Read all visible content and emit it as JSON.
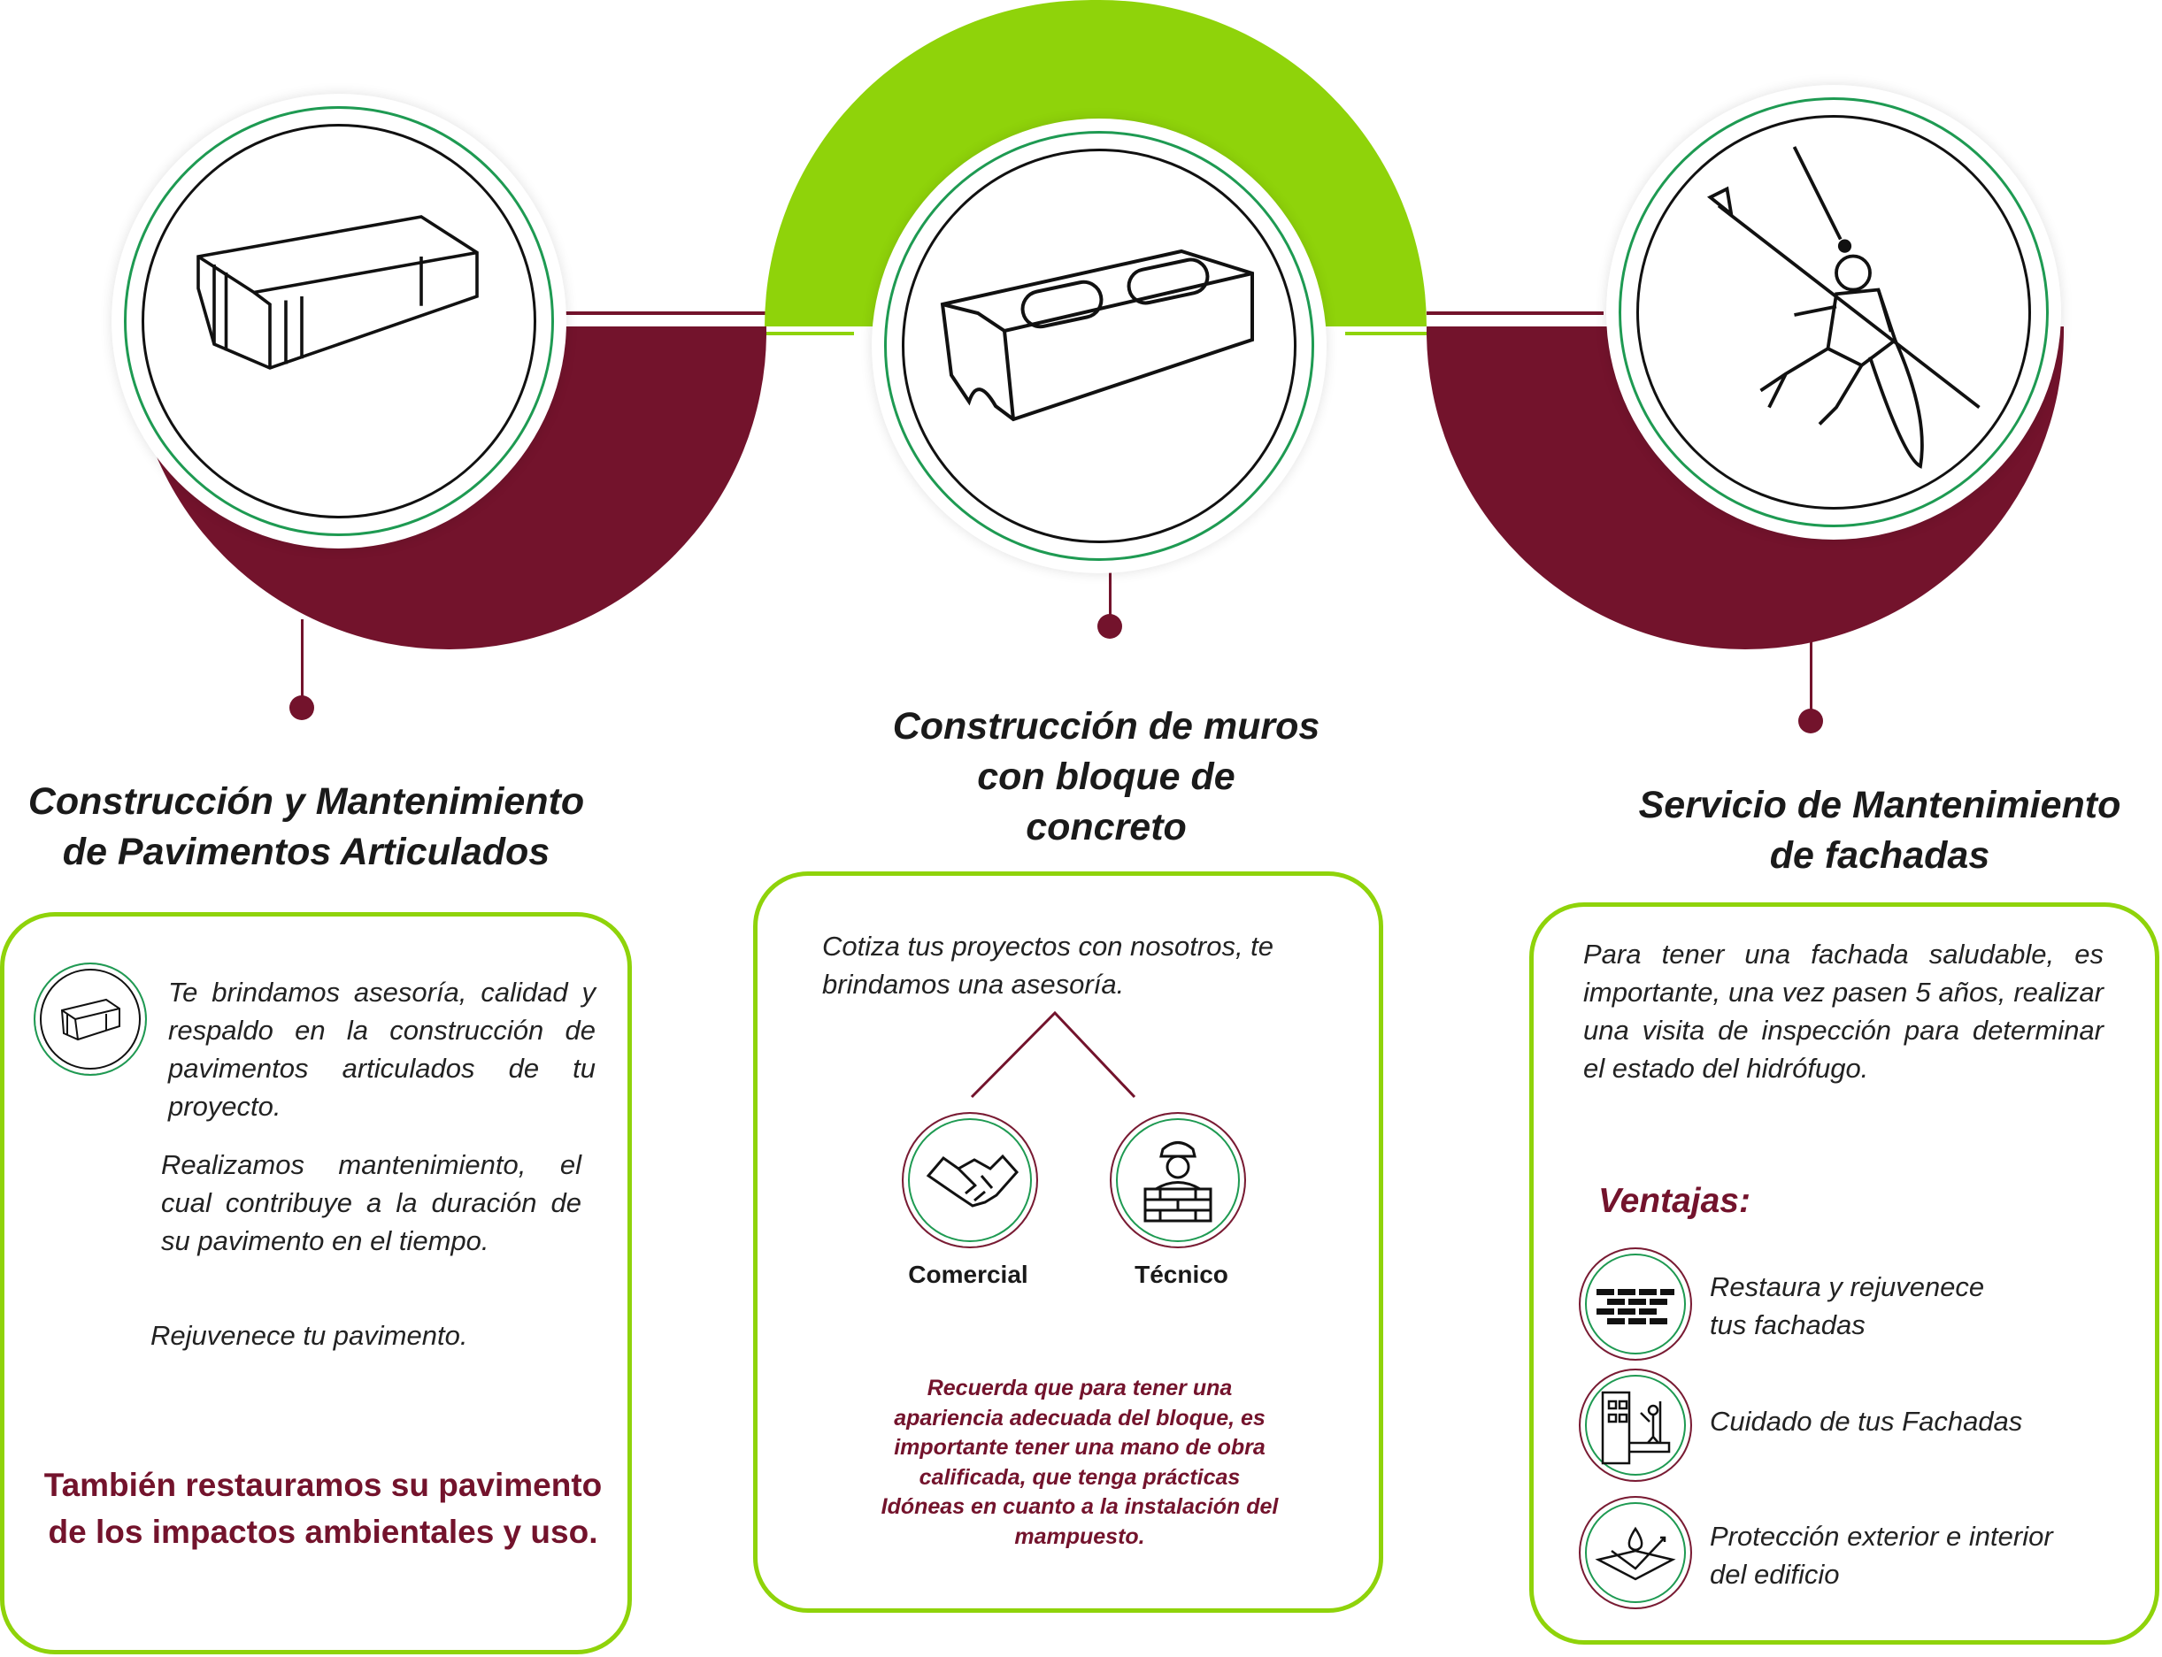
{
  "colors": {
    "maroon": "#73132c",
    "lime": "#8fd30a",
    "ring_green": "#1e9a52"
  },
  "services": [
    {
      "title_lines": [
        "Construcción y Mantenimiento",
        "de Pavimentos Articulados"
      ],
      "icon": "paver-brick-icon",
      "paragraphs": [
        "Te brindamos asesoría, calidad y respaldo en la construcción de pavimentos articulados de tu proyecto.",
        "Realizamos mantenimiento, el cual contribuye a la duración de su pavimento en el tiempo.",
        "Rejuvenece tu pavimento."
      ],
      "highlight_lines": [
        "También restauramos su pavimento",
        "de los impactos ambientales y uso."
      ]
    },
    {
      "title_lines": [
        "Construcción de muros",
        "con bloque de",
        "concreto"
      ],
      "icon": "concrete-block-icon",
      "intro": "Cotiza tus proyectos con nosotros, te brindamos una asesoría.",
      "branches": [
        {
          "label": "Comercial",
          "icon": "handshake-icon"
        },
        {
          "label": "Técnico",
          "icon": "worker-icon"
        }
      ],
      "note_lines": [
        "Recuerda que para tener una",
        "apariencia adecuada del bloque, es",
        "importante tener una mano de obra",
        "calificada, que tenga prácticas",
        "Idóneas en cuanto a la instalación del",
        "mampuesto."
      ]
    },
    {
      "title_lines": [
        "Servicio de Mantenimiento",
        "de fachadas"
      ],
      "icon": "facade-climber-icon",
      "intro": "Para tener una fachada saludable, es importante, una vez pasen 5 años, realizar una visita de inspección para determinar el estado del hidrófugo.",
      "advantages_title": "Ventajas:",
      "advantages": [
        {
          "lines": [
            "Restaura y rejuvenece",
            "tus fachadas"
          ],
          "icon": "brick-wall-icon"
        },
        {
          "lines": [
            "Cuidado de tus Fachadas"
          ],
          "icon": "building-spray-icon"
        },
        {
          "lines": [
            "Protección exterior e interior",
            "del edificio"
          ],
          "icon": "waterproof-icon"
        }
      ]
    }
  ]
}
